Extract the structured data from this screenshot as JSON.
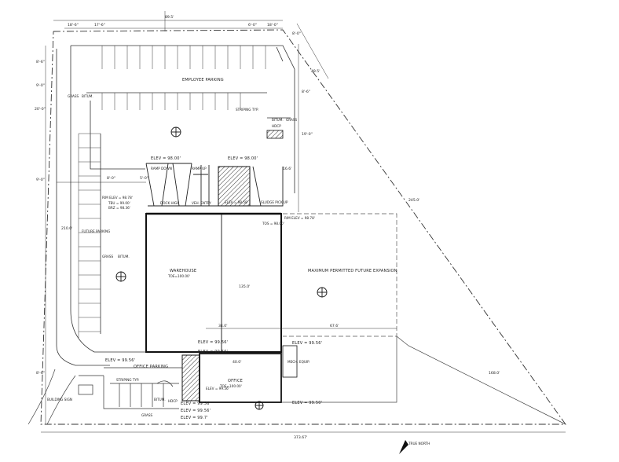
{
  "labels": {
    "employee_parking": "EMPLOYEE PARKING",
    "grass_nw": "GRASS",
    "bitum_nw": "BITUM.",
    "striping_typ_n": "STRIPING TYP.",
    "bitum_ne": "BITUM.",
    "grass_ne": "GRASS",
    "hdcp_ne": "HDCP",
    "elev_dock": "ELEV = 98.00'",
    "elev_upper": "ELEV = 98.00'",
    "ramp_down": "RAMP DOWN",
    "ramp_up": "RAMP UP",
    "rim_elev_w": "RIM ELEV = 98.78'",
    "tbu_elev": "TBU = 99.00'",
    "brz_elev": "BRZ = 98.36'",
    "dock_high": "DOCK HIGH",
    "veh_entry": "VEH. ENTRY",
    "elev_center": "ELEV = 98.58'",
    "sludge_pickup": "SLUDGE PICK-UP",
    "tos": "TOS = 98.00'",
    "rim_elev_e": "RIM ELEV = 98.78'",
    "future_parking": "FUTURE PARKING",
    "grass_w": "GRASS",
    "bitum_w": "BITUM.",
    "warehouse": "WAREHOUSE",
    "warehouse_elev": "TOE=100.00'",
    "expansion": "MAXIMUM PERMITTED FUTURE EXPANSION",
    "elev_ow1": "ELEV = 99.56'",
    "elev_ow2": "ELEV = 99.56'",
    "elev_s1": "ELEV = 99.56'",
    "mech_equip": "MECH. EQUIP.",
    "elev_sw": "ELEV = 99.56'",
    "office_parking": "OFFICE PARKING",
    "striping_typ_s": "STRIPING TYP.",
    "building_sign": "BUILDING SIGN",
    "office": "OFFICE",
    "office_elev": "TOE=100.00'",
    "elev_o3": "ELEV = 99.56'",
    "elev_o4": "ELEV = 99.56'",
    "elev_o5": "ELEV = 99.56'",
    "elev_o6": "ELEV = 99.7'",
    "elev_se": "ELEV = 99.50'",
    "bitum_s": "BITUM.",
    "hdcp_s": "HDCP",
    "grass_s": "GRASS",
    "true_north": "TRUE NORTH"
  },
  "dims": {
    "top_total": "89.5'",
    "top_a": "18'-6\"",
    "top_b": "17'-6\"",
    "top_c": "6'-0\"",
    "top_d": "18'-0\"",
    "top_e": "8'-0\"",
    "left_a": "8'-6\"",
    "left_b": "9'-0\"",
    "left_c": "20'-0\"",
    "left_d": "9'-0\"",
    "left_e": "8'-6\"",
    "left_total": "210.0'",
    "right_a": "8'-6\"",
    "right_b": "19'-0\"",
    "diag_top": "49.5'",
    "diag_mid": "245.0'",
    "diag_low": "168.0'",
    "bottom_total": "373.67'",
    "mid_w": "135.0'",
    "mid_s": "67.6'",
    "mid_e": "34.0'",
    "mid_v": "16.6'",
    "off_a": "40.0'",
    "off_b": "8'-0\"",
    "off_c": "5'-0\""
  }
}
